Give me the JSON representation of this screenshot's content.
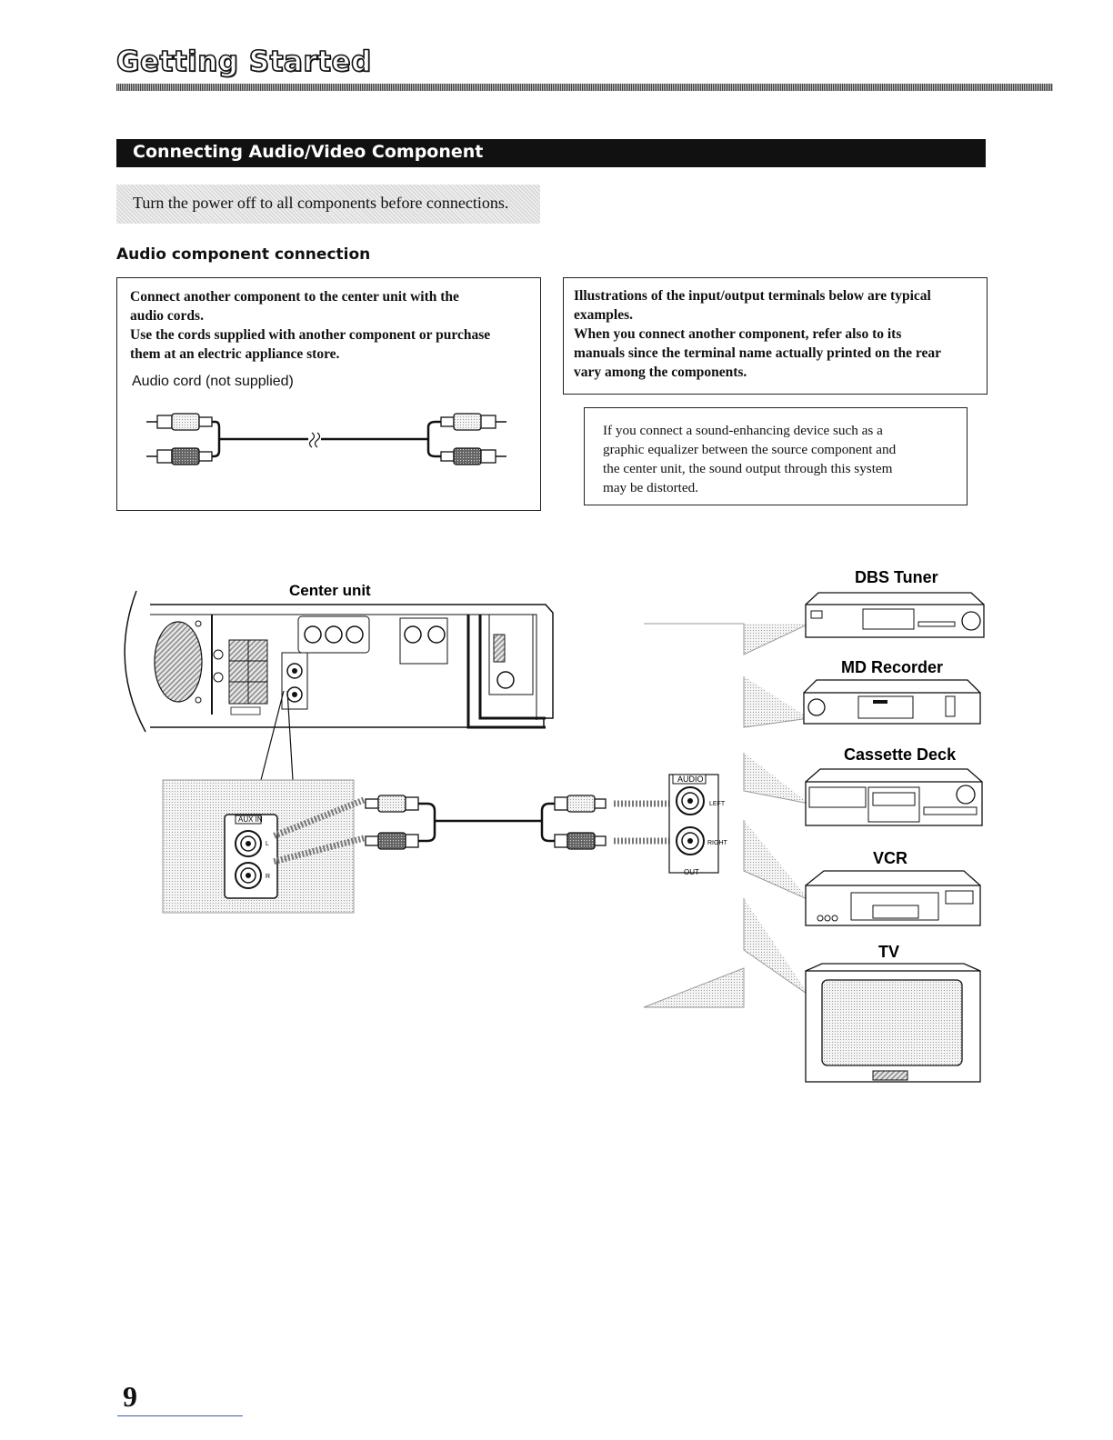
{
  "header": {
    "title": "Getting Started"
  },
  "section": {
    "title": "Connecting Audio/Video Component"
  },
  "warning": {
    "text": "Turn the power off to all components before connections."
  },
  "subsection": {
    "title": "Audio component connection"
  },
  "left_box": {
    "line1": "Connect another component to the center unit with the",
    "line2": "audio cords.",
    "line3": "Use the cords supplied with another component or purchase",
    "line4": "them at an electric appliance store.",
    "cord_label": "Audio cord (not supplied)"
  },
  "right_box": {
    "line1": "Illustrations of the input/output terminals below are typical",
    "line2": "examples.",
    "line3": "When you connect another component, refer also to its",
    "line4": "manuals since the terminal name actually printed on the rear",
    "line5": "vary among the components."
  },
  "note": {
    "line1": "If you connect a sound-enhancing device such as a",
    "line2": "graphic equalizer between the source component and",
    "line3": "the center unit, the sound output through this system",
    "line4": "may be distorted."
  },
  "diagram": {
    "center_unit_label": "Center unit",
    "aux_in_label": "AUX IN",
    "aux_l": "L",
    "aux_r": "R",
    "audio_out_label": "AUDIO",
    "left_label": "LEFT",
    "right_label": "RIGHT",
    "out_label": "OUT",
    "devices": [
      "DBS Tuner",
      "MD Recorder",
      "Cassette Deck",
      "VCR",
      "TV"
    ]
  },
  "footer": {
    "page_number": "9"
  }
}
